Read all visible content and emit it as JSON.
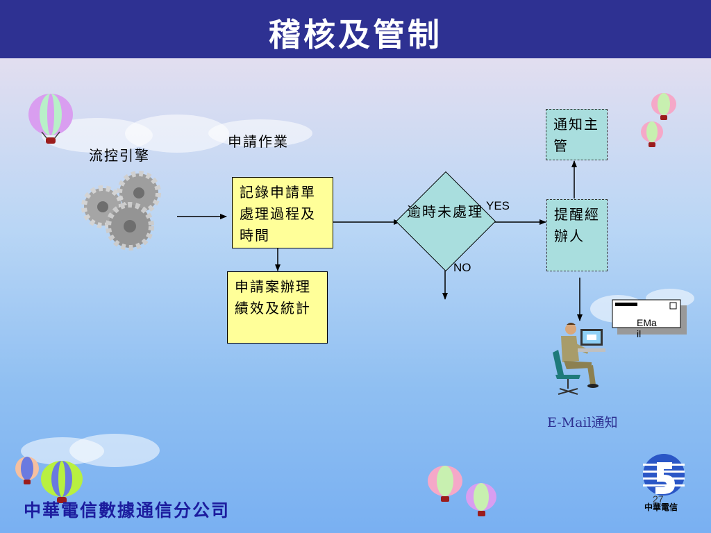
{
  "title": "稽核及管制",
  "labels": {
    "flow_engine": "流控引擎",
    "application": "申請作業",
    "yes": "YES",
    "no": "NO",
    "email_notice": "E-Mail通知",
    "email_icon": "EMail"
  },
  "boxes": {
    "record": "記錄申請單處理過程及時間",
    "statistics": "申請案辦理績效及統計",
    "overdue": "逾時未處理",
    "remind": "提醒經辦人",
    "notify": "通知主管"
  },
  "footer": {
    "company": "中華電信數據通信分公司",
    "page_number": "27",
    "logo_text": "中華電信"
  },
  "colors": {
    "title_bar": "#2e3192",
    "yellow_box": "#ffff99",
    "teal_box": "#a9dede",
    "company_text": "#1c1c9e"
  }
}
